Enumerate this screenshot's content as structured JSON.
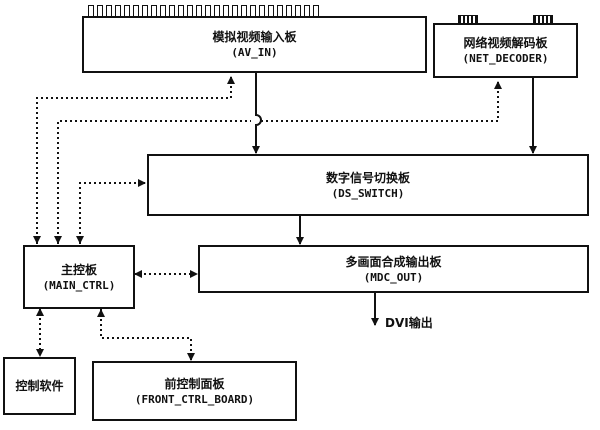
{
  "blocks": {
    "av_in": {
      "zh": "模拟视频输入板",
      "en": "(AV_IN)"
    },
    "net_decoder": {
      "zh": "网络视频解码板",
      "en": "(NET_DECODER)"
    },
    "ds_switch": {
      "zh": "数字信号切换板",
      "en": "(DS_SWITCH)"
    },
    "main_ctrl": {
      "zh": "主控板",
      "en": "(MAIN_CTRL)"
    },
    "mdc_out": {
      "zh": "多画面合成输出板",
      "en": "(MDC_OUT)"
    },
    "control_software": {
      "zh": "控制软件"
    },
    "front_ctrl_board": {
      "zh": "前控制面板",
      "en": "(FRONT_CTRL_BOARD)"
    }
  },
  "output_label": "DVI输出",
  "colors": {
    "line": "#111111",
    "background": "#ffffff"
  }
}
